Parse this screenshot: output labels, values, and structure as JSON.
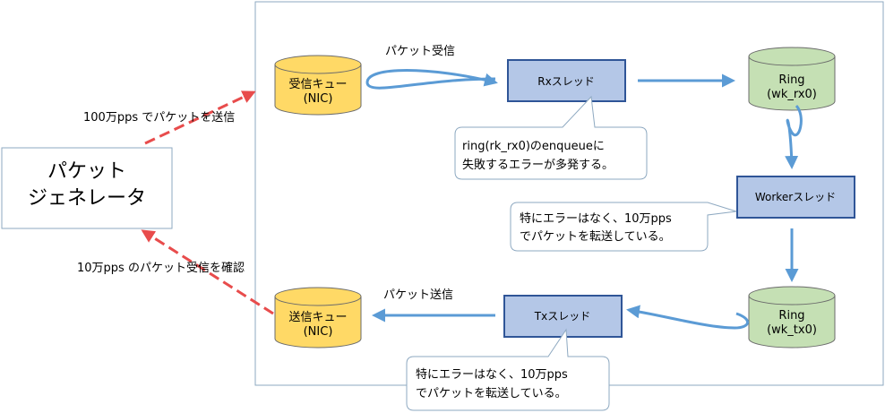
{
  "generator": {
    "line1": "パケット",
    "line2": "ジェネレータ"
  },
  "queues": {
    "rx": {
      "line1": "受信キュー",
      "line2": "(NIC)"
    },
    "tx": {
      "line1": "送信キュー",
      "line2": "(NIC)"
    }
  },
  "rings": {
    "rx": {
      "line1": "Ring",
      "line2": "(wk_rx0)"
    },
    "tx": {
      "line1": "Ring",
      "line2": "(wk_tx0)"
    }
  },
  "threads": {
    "rx": "Rxスレッド",
    "worker": "Workerスレッド",
    "tx": "Txスレッド"
  },
  "labels": {
    "send_1m": "100万pps でパケットを送信",
    "recv_100k": "10万pps のパケット受信を確認",
    "packet_recv": "パケット受信",
    "packet_send": "パケット送信"
  },
  "callouts": {
    "rx": {
      "line1": "ring(rk_rx0)のenqueueに",
      "line2": "失敗するエラーが多発する。"
    },
    "worker": {
      "line1": "特にエラーはなく、10万pps",
      "line2": "でパケットを転送している。"
    },
    "tx": {
      "line1": "特にエラーはなく、10万pps",
      "line2": "でパケットを転送している。"
    }
  },
  "colors": {
    "queue_fill": "#FFD966",
    "ring_fill": "#C5E0B4",
    "thread_fill": "#B4C7E7",
    "thread_border": "#2F5597",
    "arrow_blue": "#5B9BD5",
    "arrow_red": "#E84C4C"
  }
}
